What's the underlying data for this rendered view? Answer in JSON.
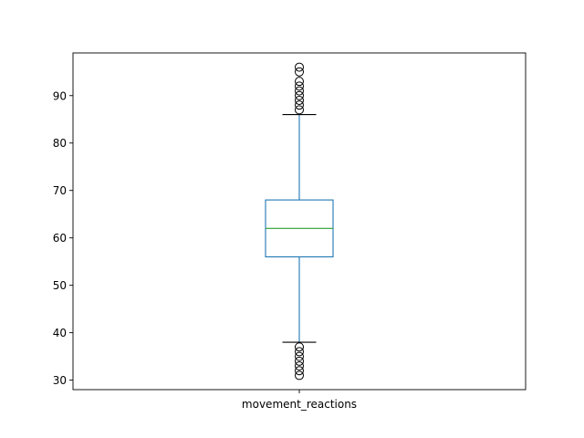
{
  "chart_data": {
    "type": "box",
    "categories": [
      "movement_reactions"
    ],
    "boxes": [
      {
        "name": "movement_reactions",
        "whisker_low": 38,
        "q1": 56,
        "median": 62,
        "q3": 68,
        "whisker_high": 86,
        "outliers": [
          31,
          32,
          33,
          34,
          35,
          36,
          37,
          87,
          88,
          89,
          90,
          91,
          92,
          93,
          95,
          96
        ]
      }
    ],
    "ylim": [
      28,
      99
    ],
    "yticks": [
      30,
      40,
      50,
      60,
      70,
      80,
      90
    ],
    "title": "",
    "xlabel": "",
    "ylabel": "",
    "grid": false,
    "colors": {
      "box": "#1f77b4",
      "median": "#2ca02c",
      "caps": "#000000",
      "outlier": "#000000"
    }
  }
}
